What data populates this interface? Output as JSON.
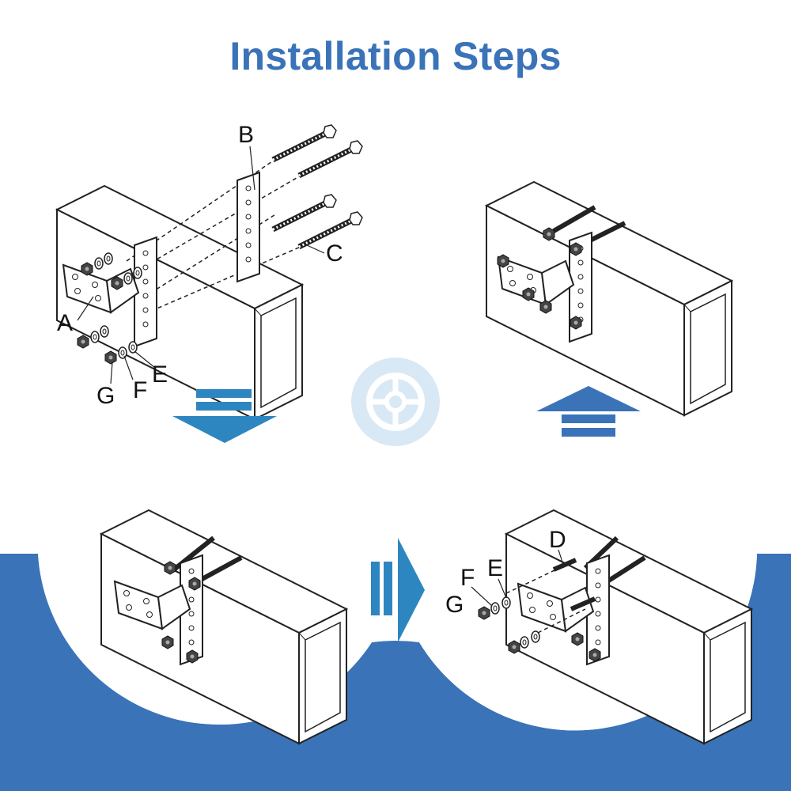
{
  "title": "Installation Steps",
  "colors": {
    "title": "#3a73b8",
    "band": "#3a73b8",
    "arrow_down": "#2e86c1",
    "arrow_up": "#3a73b8",
    "arrow_right": "#2e86c1",
    "center_badge": "#d9e8f5"
  },
  "labels": {
    "A": "A",
    "B": "B",
    "C": "C",
    "D": "D",
    "E": "E",
    "F": "F",
    "G": "G",
    "E2": "E",
    "F2": "F",
    "G2": "G"
  },
  "icons": [
    "arrow-down-icon",
    "arrow-up-icon",
    "arrow-right-icon",
    "wheel-icon"
  ]
}
